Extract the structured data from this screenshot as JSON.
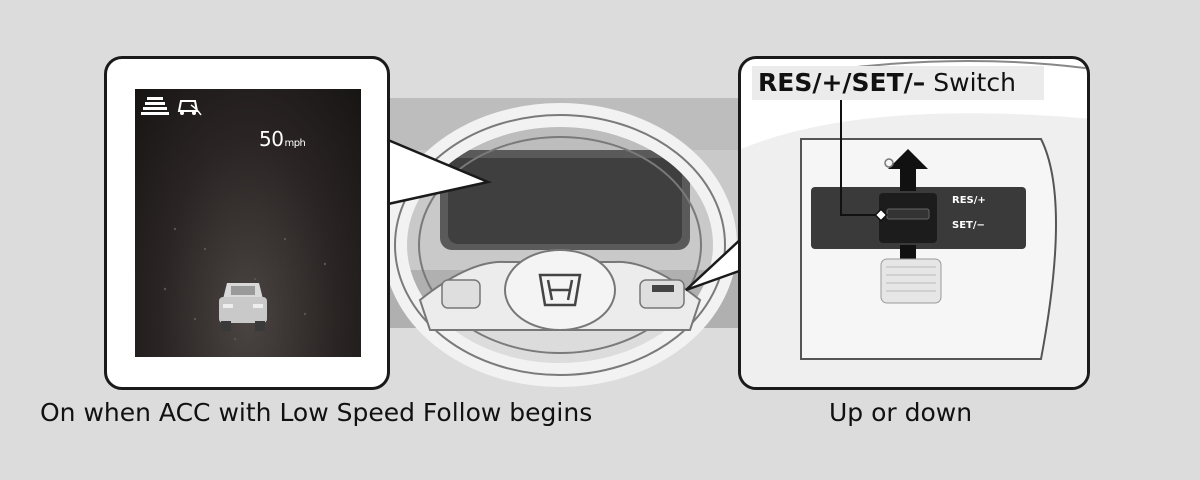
{
  "left_panel": {
    "speed_value": "50",
    "speed_unit": "mph",
    "icons": [
      "road-lanes-icon",
      "acc-car-icon"
    ],
    "caption": "On when ACC with Low Speed Follow begins"
  },
  "right_panel": {
    "switch_label_bold": "RES/+/SET/–",
    "switch_label_rest": " Switch",
    "res_button_label": "RES/+",
    "set_button_label": "SET/−",
    "caption": "Up or down"
  },
  "steering_wheel": {
    "logo": "honda-logo-icon"
  }
}
